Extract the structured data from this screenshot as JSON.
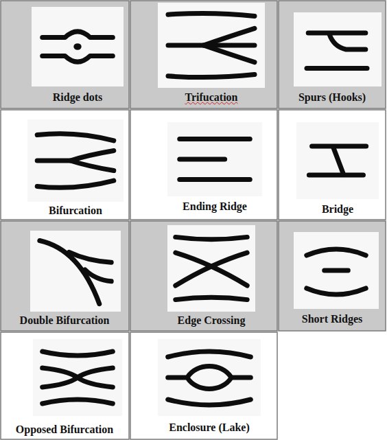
{
  "diagram": {
    "labels": [
      "Ridge dots",
      "Trifucation",
      "Spurs (Hooks)",
      "Bifurcation",
      "Ending Ridge",
      "Bridge",
      "Double Bifurcation",
      "Edge Crossing",
      "Short Ridges",
      "Opposed Bifurcation",
      "Enclosure (Lake)"
    ]
  }
}
